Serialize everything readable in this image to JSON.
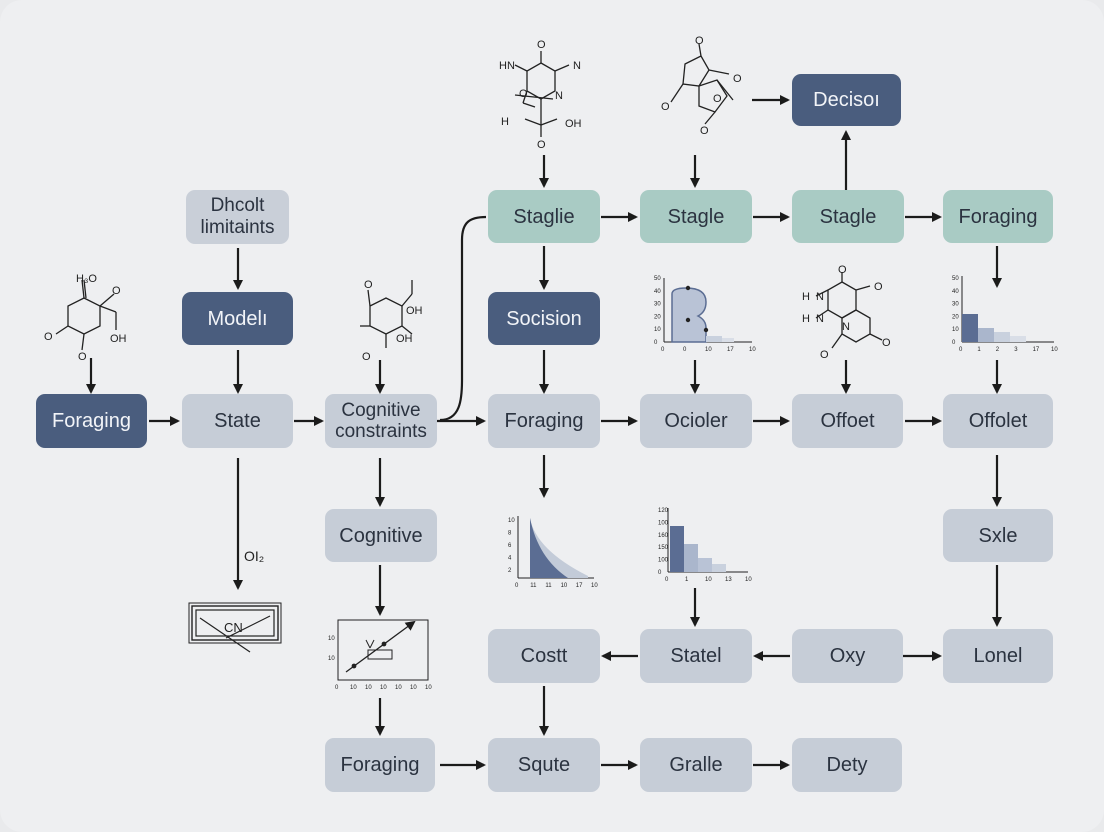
{
  "nodes": {
    "decision_top": "Decisoı",
    "stage_1": "Staglie",
    "stage_2": "Stagle",
    "stage_3": "Stagle",
    "foraging_top_right": "Foraging",
    "dhcolt": "Dhcolt\nlimitaints",
    "model": "Modelı",
    "socision": "Socision",
    "foraging_left": "Foraging",
    "state": "State",
    "cognitive_constraints": "Cognitive\nconstraints",
    "foraging_mid": "Foraging",
    "ocioler": "Ocioler",
    "offoet": "Offoet",
    "offolet": "Offolet",
    "cognitive": "Cognitive",
    "sxle": "Sxle",
    "costt": "Costt",
    "statel": "Statel",
    "oxy": "Oxy",
    "lonel": "Lonel",
    "foraging_bottom": "Foraging",
    "squte": "Squte",
    "gralle": "Gralle",
    "dety": "Dety"
  },
  "annotations": {
    "oi2": "OI₂",
    "cn": "CN"
  },
  "molecules": {
    "m1": {
      "a": "H",
      "b": "N",
      "c": "O",
      "d": "N",
      "e": "O",
      "f": "N",
      "g": "H",
      "h": "OH",
      "i": "O"
    },
    "m2": {
      "a": "O",
      "b": "O",
      "c": "O",
      "d": "O",
      "e": "O"
    },
    "m3": {
      "a": "H₃O",
      "b": "O",
      "c": "O",
      "d": "OH",
      "e": "O"
    },
    "m4": {
      "a": "O",
      "b": "OH",
      "c": "OH",
      "d": "O"
    },
    "m5": {
      "a": "O",
      "b": "H",
      "c": "N",
      "d": "O",
      "e": "H",
      "f": "N",
      "g": "N",
      "h": "O",
      "i": "O"
    }
  },
  "plots": {
    "p1": {
      "y": [
        "50",
        "40",
        "30",
        "20",
        "10",
        "0"
      ],
      "x": [
        "0",
        "0",
        "10",
        "17",
        "10"
      ]
    },
    "p2": {
      "y": [
        "10",
        "8",
        "6",
        "4",
        "2"
      ],
      "x": [
        "0",
        "11",
        "11",
        "10",
        "17",
        "10"
      ]
    },
    "p3": {
      "y": [
        "120",
        "100",
        "160",
        "150",
        "100",
        "0"
      ],
      "x": [
        "0",
        "1",
        "10",
        "13",
        "10"
      ]
    },
    "p4": {
      "y": [
        "50",
        "40",
        "30",
        "20",
        "10",
        "0"
      ],
      "x": [
        "0",
        "1",
        "2",
        "3",
        "17",
        "10"
      ]
    },
    "p5": {
      "y": [
        "10",
        "10"
      ],
      "x": [
        "0",
        "10",
        "10",
        "10",
        "10",
        "10",
        "10"
      ]
    }
  },
  "colors": {
    "gray": "#c6cdd7",
    "teal": "#a9cbc4",
    "navy": "#4a5d7e",
    "arrow": "#1b1b1b",
    "bar_dark": "#5b6d93",
    "bar_light": "#aab6cc"
  }
}
